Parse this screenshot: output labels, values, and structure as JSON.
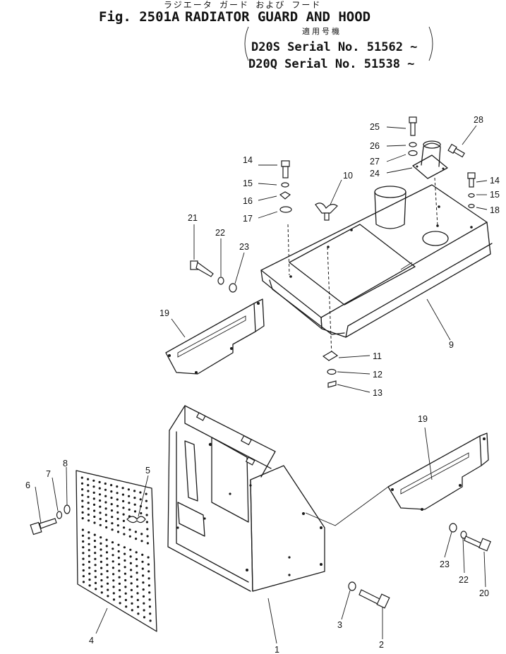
{
  "title": {
    "japanese": "ラジエータ ガード および フード",
    "figure": "Fig. 2501A",
    "name": "RADIATOR GUARD AND HOOD",
    "applicable_jp": "適用号機",
    "serial_1": "D20S Serial No. 51562 ~",
    "serial_2": "D20Q Serial No. 51538 ~"
  },
  "labels": {
    "p1": "1",
    "p2": "2",
    "p3": "3",
    "p4": "4",
    "p5": "5",
    "p6": "6",
    "p7": "7",
    "p8": "8",
    "p9": "9",
    "p10": "10",
    "p11": "11",
    "p12": "12",
    "p13": "13",
    "p14a": "14",
    "p14b": "14",
    "p15a": "15",
    "p15b": "15",
    "p16": "16",
    "p17": "17",
    "p18": "18",
    "p19a": "19",
    "p19b": "19",
    "p20": "20",
    "p21": "21",
    "p22a": "22",
    "p22b": "22",
    "p23a": "23",
    "p23b": "23",
    "p24": "24",
    "p25": "25",
    "p26": "26",
    "p27": "27",
    "p28": "28"
  }
}
